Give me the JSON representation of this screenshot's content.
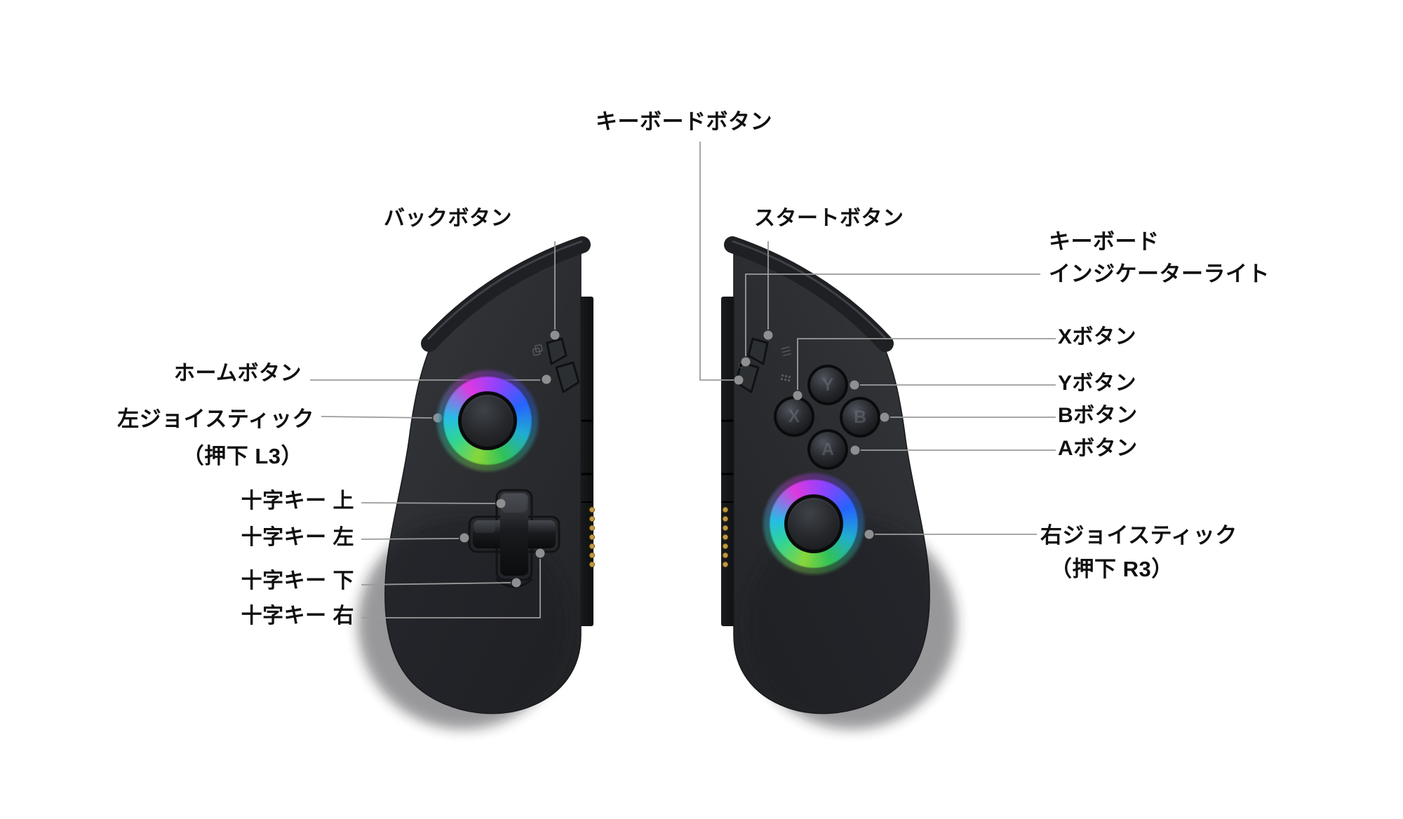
{
  "background_color": "#ffffff",
  "annotations": {
    "keyboard_button": "キーボードボタン",
    "back_button": "バックボタン",
    "start_button": "スタートボタン",
    "keyboard_indicator_line1": "キーボード",
    "keyboard_indicator_line2": "インジケーターライト",
    "home_button": "ホームボタン",
    "left_joystick_line1": "左ジョイスティック",
    "left_joystick_line2": "（押下 L3）",
    "dpad_up": "十字キー 上",
    "dpad_left": "十字キー 左",
    "dpad_down": "十字キー 下",
    "dpad_right": "十字キー 右",
    "x_button": "Xボタン",
    "y_button": "Yボタン",
    "b_button": "Bボタン",
    "a_button": "Aボタン",
    "right_joystick_line1": "右ジョイスティック",
    "right_joystick_line2": "（押下 R3）"
  },
  "controllers": {
    "left": {
      "parts": [
        "back-button",
        "home-button",
        "left-joystick",
        "dpad",
        "rail-connector"
      ]
    },
    "right": {
      "face_buttons": [
        "Y",
        "X",
        "B",
        "A"
      ],
      "parts": [
        "start-button",
        "keyboard-button",
        "keyboard-indicator-light",
        "right-joystick",
        "rail-connector"
      ]
    }
  },
  "colors": {
    "body": "#2c2f33",
    "bumper": "#1e2023",
    "leader_line": "#9b9b9b",
    "leader_dot": "#8d8f91",
    "ring_magenta": "#cf3fd0",
    "ring_blue": "#2e63ea",
    "ring_green": "#3dbd62",
    "ring_cyan": "#36b9dd",
    "pin_gold": "#c29b3f",
    "label_text": "#101010"
  }
}
